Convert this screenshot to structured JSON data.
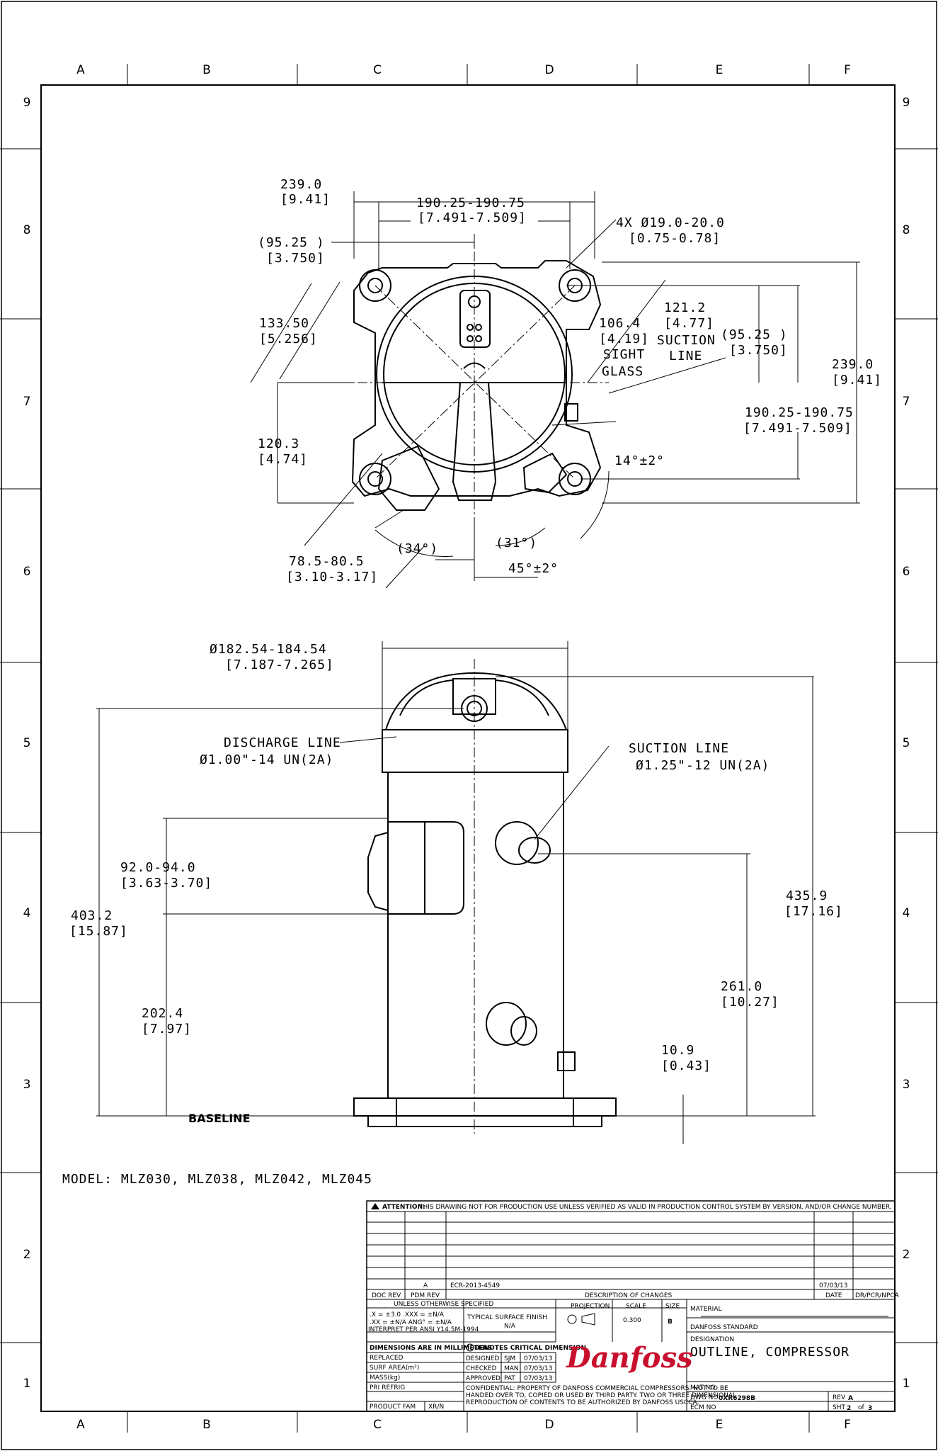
{
  "border": {
    "columns": [
      "A",
      "B",
      "C",
      "D",
      "E",
      "F"
    ],
    "rows": [
      "9",
      "8",
      "7",
      "6",
      "5",
      "4",
      "3",
      "2",
      "1"
    ]
  },
  "top_view": {
    "dims": {
      "w239": "239.0",
      "w239_in": "[9.41]",
      "bolt": "190.25-190.75",
      "bolt_in": "[7.491-7.509]",
      "hole": "4X Ø19.0-20.0",
      "hole_in": "[0.75-0.78]",
      "half": "(95.25   )",
      "half_in": "[3.750]",
      "d133": "133.50",
      "d133_in": "[5.256]",
      "d106": "106.4",
      "d106_in": "[4.19]",
      "sight": "SIGHT",
      "glass": "GLASS",
      "d121": "121.2",
      "d121_in": "[4.77]",
      "suction": "SUCTION",
      "line": "LINE",
      "half_r": "(95.25   )",
      "half_r_in": "[3.750]",
      "h239": "239.0",
      "h239_in": "[9.41]",
      "bolt_r": "190.25-190.75",
      "bolt_r_in": "[7.491-7.509]",
      "d120": "120.3",
      "d120_in": "[4.74]",
      "ang14": "14°±2°",
      "ang34": "(34°)",
      "ang31": "(31°)",
      "ang45": "45°±2°",
      "d78": "78.5-80.5",
      "d78_in": "[3.10-3.17]"
    }
  },
  "side_view": {
    "dims": {
      "dia": "Ø182.54-184.54",
      "dia_in": "[7.187-7.265]",
      "discharge": "DISCHARGE LINE",
      "discharge_thread": "Ø1.00\"-14 UN(2A)",
      "suction": "SUCTION LINE",
      "suction_thread": "Ø1.25\"-12 UN(2A)",
      "d92": "92.0-94.0",
      "d92_in": "[3.63-3.70]",
      "d403": "403.2",
      "d403_in": "[15.87]",
      "d435": "435.9",
      "d435_in": "[17.16]",
      "d261": "261.0",
      "d261_in": "[10.27]",
      "d202": "202.4",
      "d202_in": "[7.97]",
      "d10": "10.9",
      "d10_in": "[0.43]",
      "baseline": "BASELINE"
    }
  },
  "model": "MODEL: MLZ030, MLZ038, MLZ042, MLZ045",
  "title_block": {
    "attention_label": "ATTENTION:",
    "attention_text": "THIS DRAWING NOT FOR PRODUCTION USE UNLESS VERIFIED AS VALID IN PRODUCTION CONTROL SYSTEM BY VERSION, AND/OR CHANGE NUMBER.",
    "rev_letter": "A",
    "ecr": "ECR-2013-4549",
    "rev_date": "07/03/13",
    "h_doc_rev": "DOC REV",
    "h_pdm_rev": "PDM REV",
    "h_desc": "DESCRIPTION OF CHANGES",
    "h_date": "DATE",
    "h_dr": "DR/PCR/NPCA",
    "unless": "UNLESS OTHERWISE SPECIFIED",
    "tol1": ".X = ±3.0   .XXX = ±N/A",
    "tol2": ".XX = ±N/A  ANG° = ±N/A",
    "tol3": "INTERPRET PER ANSI Y14.5M-1994",
    "finish_label": "TYPICAL SURFACE FINISH",
    "finish_val": "N/A",
    "projection": "PROJECTION",
    "scale_label": "SCALE",
    "scale_val": "0.300",
    "size_label": "SIZE",
    "size_val": "B",
    "material": "MATERIAL",
    "danfoss_std": "DANFOSS STANDARD",
    "designation": "DESIGNATION",
    "desc_title": "OUTLINE, COMPRESSOR",
    "mm": "DIMENSIONS ARE IN MILLIMETERS",
    "critical": "DENOTES CRITICAL DIMENSION",
    "replaced": "REPLACED",
    "surf_area": "SURF AREA(m²)",
    "mass": "MASS(kg)",
    "pri_refrig": "PRI REFRIG",
    "product_fam": "PRODUCT FAM",
    "product_fam_val": "XR/N",
    "designed": "DESIGNED",
    "designed_by": "SJM",
    "designed_date": "07/03/13",
    "checked": "CHECKED",
    "checked_by": "MAN",
    "checked_date": "07/03/13",
    "approved": "APPROVED",
    "approved_by": "PAT",
    "approved_date": "07/03/13",
    "confidential1": "CONFIDENTIAL: PROPERTY OF DANFOSS COMMERCIAL COMPRESSORS. NOT TO BE",
    "confidential2": "HANDED OVER TO, COPIED OR USED BY THIRD PARTY. TWO OR THREE DIMENSIONAL",
    "confidential3": "REPRODUCTION OF CONTENTS TO BE AUTHORIZED BY DANFOSS USCCA.",
    "logo": "Danfoss",
    "mat_no": "MAT NO",
    "dwg_label": "DWG NO",
    "dwg_no": "0XR6298B",
    "ecm": "ECM NO",
    "rev_label": "REV",
    "rev": "A",
    "sht_label": "SHT",
    "sht": "2",
    "of": "of",
    "sht_total": "3"
  }
}
